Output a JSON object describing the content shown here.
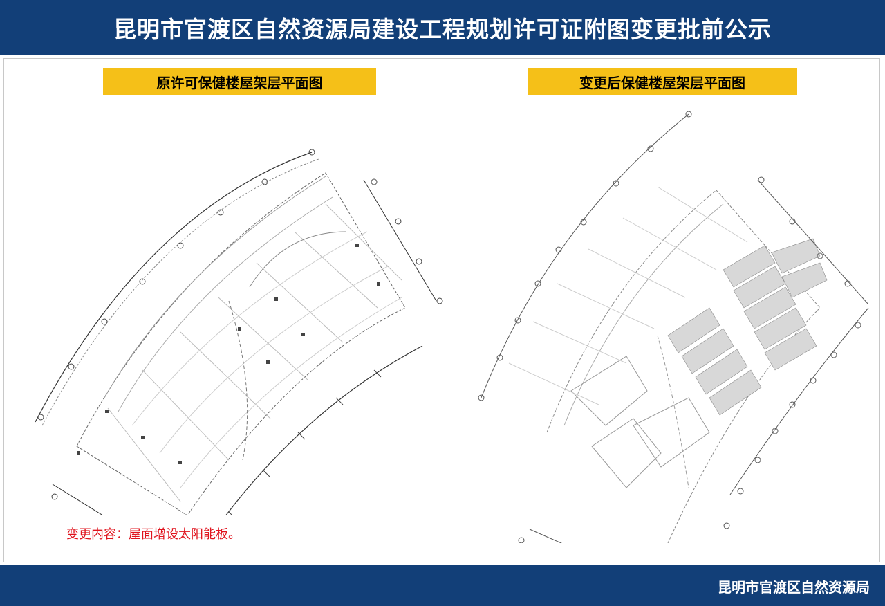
{
  "header": {
    "title": "昆明市官渡区自然资源局建设工程规划许可证附图变更批前公示"
  },
  "panels": {
    "left_title": "原许可保健楼屋架层平面图",
    "right_title": "变更后保健楼屋架层平面图"
  },
  "change_note": "变更内容：屋面增设太阳能板。",
  "footer": {
    "organization": "昆明市官渡区自然资源局"
  },
  "colors": {
    "header_bg": "#123f78",
    "label_bg": "#f5c018",
    "note_text": "#e0141e"
  }
}
